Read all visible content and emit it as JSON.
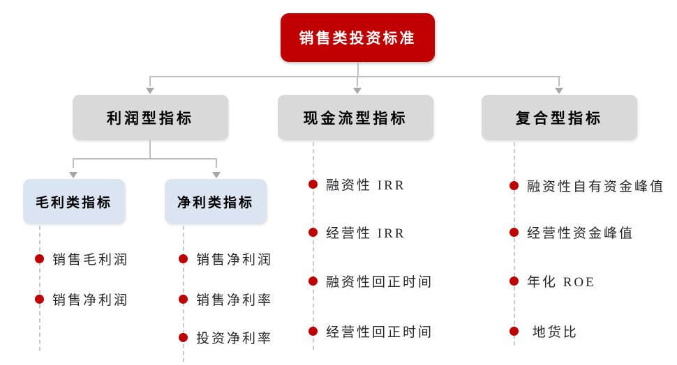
{
  "nodes": {
    "root": "销售类投资标准",
    "profit": "利润型指标",
    "cashflow": "现金流型指标",
    "composite": "复合型指标",
    "gross": "毛利类指标",
    "net": "净利类指标"
  },
  "lists": {
    "gross": [
      "销售毛利润",
      "销售净利润"
    ],
    "net": [
      "销售净利润",
      "销售净利率",
      "投资净利率"
    ],
    "cashflow": [
      "融资性 IRR",
      "经营性 IRR",
      "融资性回正时间",
      "经营性回正时间"
    ],
    "composite": [
      "融资性自有资金峰值",
      "经营性资金峰值",
      "年化 ROE",
      " 地货比"
    ]
  },
  "colors": {
    "red": "#C00000",
    "gray_box": "#D9D9D9",
    "blue_box": "#DBE5F2",
    "connector": "#BFBFBF",
    "arrow": "#A6A6A6",
    "dashed": "#C9C9C9",
    "bullet": "#C00000",
    "item_text": "#262626"
  }
}
